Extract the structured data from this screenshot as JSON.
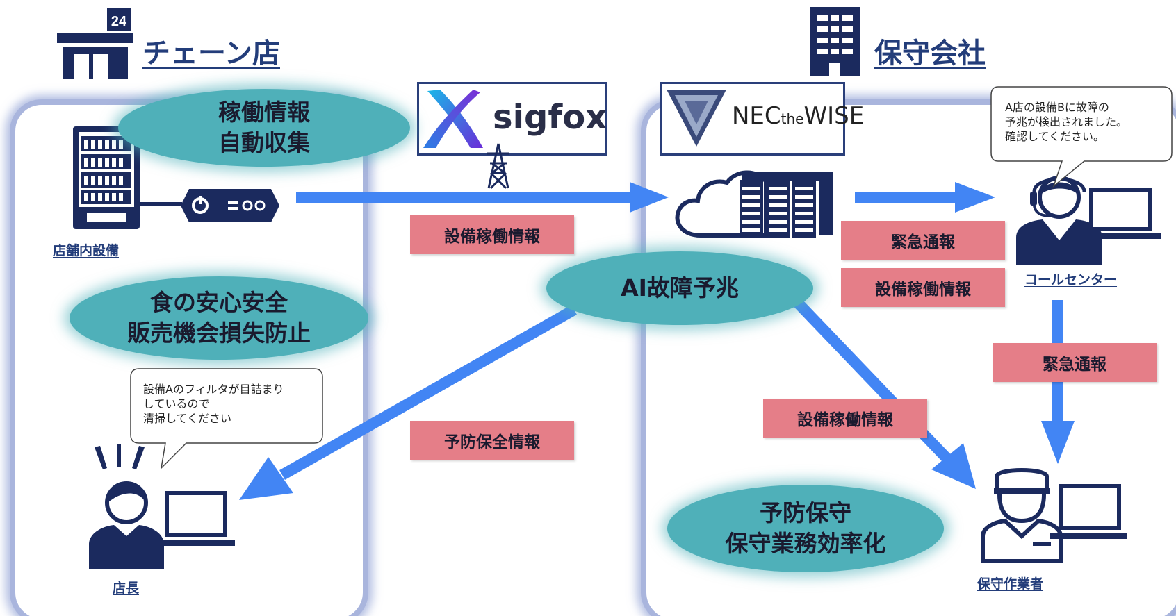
{
  "left": {
    "title": "チェーン店",
    "shop_badge": "24",
    "equipment_label": "店舗内設備",
    "manager_label": "店長",
    "ellipse_collect": "稼働情報\n自動収集",
    "ellipse_safety": "食の安心安全\n販売機会損失防止",
    "manager_bubble": "設備Aのフィルタが目詰まり\nしているので\n清掃してください"
  },
  "middle": {
    "sigfox_label": "sigfox",
    "tag_operation_info": "設備稼働情報",
    "tag_preventive_info": "予防保全情報",
    "ellipse_ai": "AI故障予兆"
  },
  "right": {
    "title": "保守会社",
    "nec_logo_text": "NEC",
    "nec_logo_the": "the",
    "nec_logo_wise": "WISE",
    "callcenter_label": "コールセンター",
    "worker_label": "保守作業者",
    "callcenter_bubble": "A店の設備Bに故障の\n予兆が検出されました。\n確認してください。",
    "tag_emergency_1": "緊急通報",
    "tag_operation_info_1": "設備稼働情報",
    "tag_emergency_2": "緊急通報",
    "tag_operation_info_2": "設備稼働情報",
    "ellipse_maintenance": "予防保守\n保守業務効率化"
  },
  "colors": {
    "navy": "#1b2a5e",
    "arrow_blue": "#4285f4",
    "teal_ellipse": "#4fb0b9",
    "tag_pink": "#e57e88",
    "panel_border": "#a9b5dd"
  },
  "icons": {
    "shop": "convenience-store-icon",
    "building": "office-building-icon",
    "vending": "vending-machine-icon",
    "gateway": "iot-gateway-icon",
    "tower": "transmission-tower-icon",
    "cloud": "cloud-server-icon",
    "operator": "headset-operator-icon",
    "worker": "maintenance-worker-icon",
    "manager": "store-manager-icon"
  }
}
